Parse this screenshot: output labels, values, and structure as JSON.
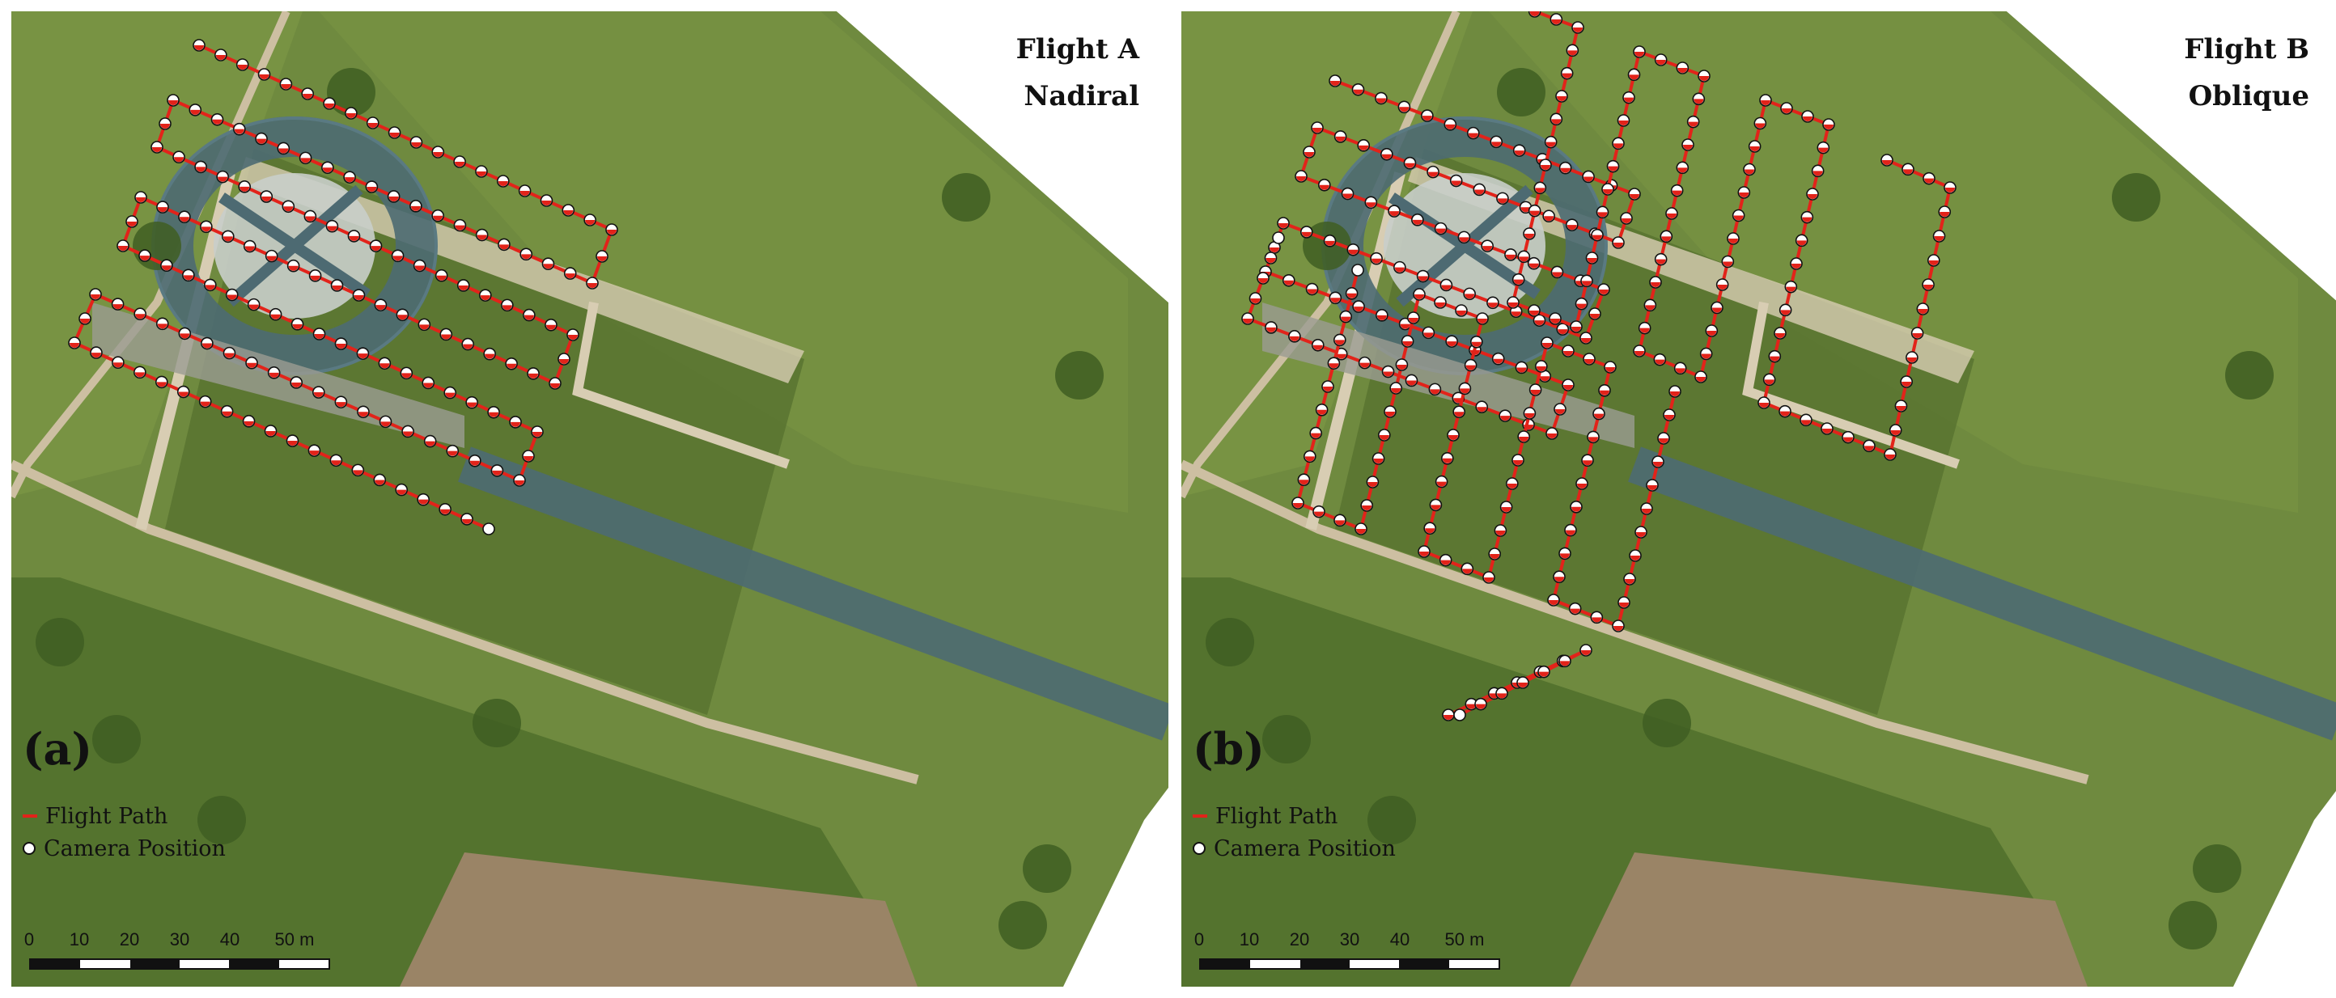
{
  "figure": {
    "panels": [
      {
        "id": "a",
        "label": "(a)",
        "title_line1": "Flight A",
        "title_line2": "Nadiral"
      },
      {
        "id": "b",
        "label": "(b)",
        "title_line1": "Flight B",
        "title_line2": "Oblique"
      }
    ],
    "legend": {
      "flight_path": "Flight Path",
      "camera_position": "Camera Position"
    },
    "scale_bar": {
      "ticks": [
        "0",
        "10",
        "20",
        "30",
        "40",
        "50 m"
      ]
    },
    "colors": {
      "flight_path": "#e2231a",
      "camera_fill": "#ffffff",
      "camera_stroke": "#111111",
      "field": "#6f8a3f",
      "water": "#4d6a72"
    }
  }
}
